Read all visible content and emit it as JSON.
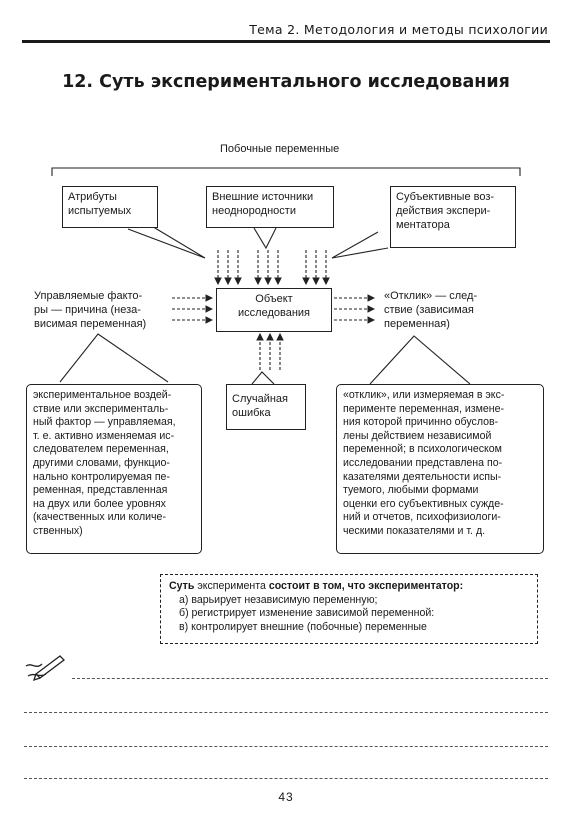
{
  "header": {
    "text": "Тема 2. Методология и методы психологии"
  },
  "title": "12. Суть экспериментального исследования",
  "diagram": {
    "side_variables": "Побочные переменные",
    "attributes_box": [
      "Атрибуты",
      "испытуемых"
    ],
    "external_box": [
      "Внешние источники",
      "неоднородности"
    ],
    "subjective_box": [
      "Субъективные воз-",
      "действия экспери-",
      "ментатора"
    ],
    "object_box": [
      "Объект",
      "исследования"
    ],
    "left_label": [
      "Управляемые факто-",
      "ры — причина (неза-",
      "висимая переменная)"
    ],
    "right_label": [
      "«Отклик» — след-",
      "ствие (зависимая",
      "переменная)"
    ],
    "random_box": [
      "Случайная",
      "ошибка"
    ],
    "left_desc": [
      "экспериментальное воздей-",
      "ствие или эксперименталь-",
      "ный фактор — управляемая,",
      "т. е. активно изменяемая ис-",
      "следователем переменная,",
      "другими словами, функцио-",
      "нально контролируемая пе-",
      "ременная, представленная",
      "на двух или более уровнях",
      "(качественных или количе-",
      "ственных)"
    ],
    "right_desc": [
      "«отклик», или измеряемая в экс-",
      "перименте переменная, измене-",
      "ния которой причинно обуслов-",
      "лены действием независимой",
      "переменной; в психологическом",
      "исследовании представлена по-",
      "казателями деятельности испы-",
      "туемого, любыми формами",
      "оценки его субъективных сужде-",
      "ний и отчетов, психофизиологи-",
      "ческими показателями и т. д."
    ]
  },
  "summary": {
    "b1": "Суть",
    "t1": " эксперимента ",
    "b2": "состоит в том, что экспериментатор:",
    "items": [
      "а) варьирует независимую переменную;",
      "б) регистрирует изменение зависимой переменной:",
      "в) контролирует внешние (побочные) переменные"
    ]
  },
  "notes_icon": "pen-writing-icon",
  "page_number": "43"
}
